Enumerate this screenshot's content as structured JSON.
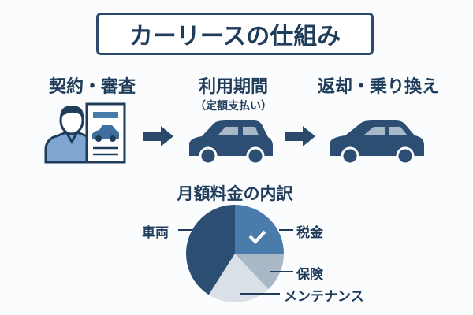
{
  "title": "カーリースの仕組み",
  "steps": [
    {
      "label": "契約・審査"
    },
    {
      "label": "利用期間",
      "sublabel": "（定額支払い）"
    },
    {
      "label": "返却・乗り換え"
    }
  ],
  "breakdown": {
    "title": "月額料金の内訳",
    "segments": [
      {
        "label": "税金",
        "share": 0.25,
        "color": "#4a7cab"
      },
      {
        "label": "保険",
        "share": 0.13,
        "color": "#a9b8c6"
      },
      {
        "label": "メンテナンス",
        "share": 0.21,
        "color": "#d9e0e8"
      },
      {
        "label": "車両",
        "share": 0.41,
        "color": "#2b4e72"
      }
    ]
  }
}
